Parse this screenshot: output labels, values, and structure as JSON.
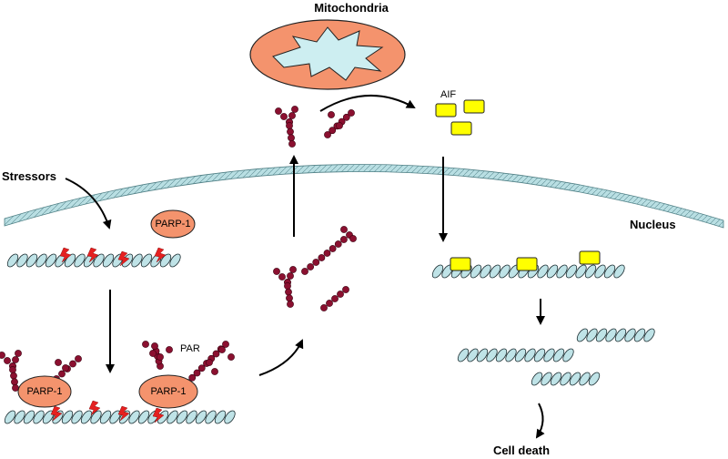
{
  "labels": {
    "mitochondria": "Mitochondria",
    "aif": "AIF",
    "stressors": "Stressors",
    "nucleus": "Nucleus",
    "parp1_free": "PARP-1",
    "parp1_left": "PARP-1",
    "parp1_right": "PARP-1",
    "par": "PAR",
    "cell_death": "Cell death"
  },
  "colors": {
    "membrane": "#b9dfe3",
    "mitochondria_fill": "#f4936d",
    "mitochondria_inner": "#cdeef1",
    "parp_fill": "#f4936d",
    "par_bead": "#8b1030",
    "aif_fill": "#ffff00",
    "dna_fill": "#bfe3e7",
    "damage": "#e52020"
  }
}
